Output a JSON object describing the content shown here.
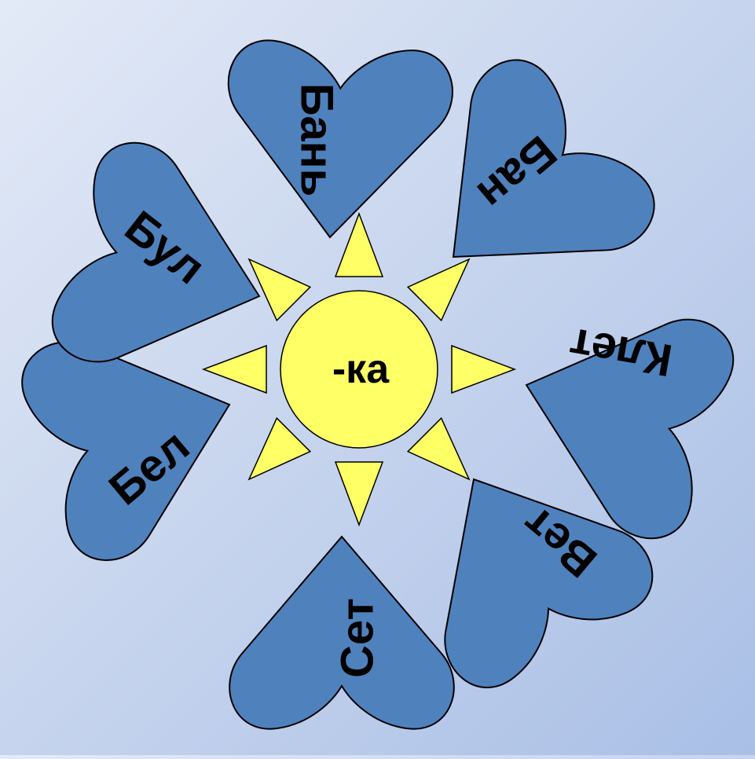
{
  "diagram": {
    "center": {
      "label": "-ка",
      "color": "#ffff66"
    },
    "petal_color": "#4f81bd",
    "ray_color": "#ffff66",
    "background_colors": [
      "#e3eaf7",
      "#a9bfe6"
    ],
    "petals": [
      {
        "label": "Бань"
      },
      {
        "label": "Бан"
      },
      {
        "label": "Клет"
      },
      {
        "label": "Вет"
      },
      {
        "label": "Сет"
      },
      {
        "label": "Бел"
      },
      {
        "label": "Бул"
      }
    ],
    "ray_count": 8
  }
}
